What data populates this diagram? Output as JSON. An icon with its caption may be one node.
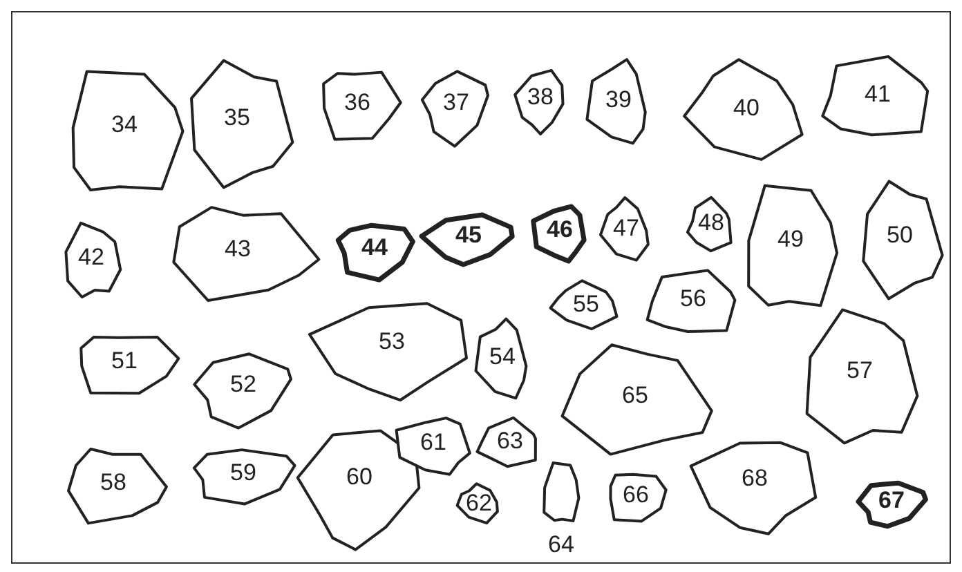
{
  "diagram": {
    "nodes": [
      {
        "text": [
          "34"
        ]
      },
      {
        "text": [
          "35"
        ]
      },
      {
        "text": [
          "36"
        ]
      },
      {
        "text": [
          "37"
        ]
      },
      {
        "text": [
          "38"
        ]
      },
      {
        "text": [
          "39"
        ]
      },
      {
        "text": [
          "40"
        ]
      },
      {
        "text": [
          "41"
        ]
      },
      {
        "text": [
          "42"
        ]
      },
      {
        "text": [
          "43"
        ]
      },
      {
        "text": [
          "44"
        ]
      },
      {
        "text": [
          "45"
        ]
      },
      {
        "text": [
          "46"
        ]
      },
      {
        "text": [
          "47"
        ]
      },
      {
        "text": [
          "48"
        ]
      },
      {
        "text": [
          "49"
        ]
      },
      {
        "text": [
          "50"
        ]
      },
      {
        "text": [
          "51"
        ]
      },
      {
        "text": [
          "52"
        ]
      },
      {
        "text": [
          "53"
        ]
      },
      {
        "text": [
          "54"
        ]
      },
      {
        "text": [
          "55"
        ]
      },
      {
        "text": [
          "56"
        ]
      },
      {
        "text": [
          "57"
        ]
      },
      {
        "text": [
          "58"
        ]
      },
      {
        "text": [
          "59"
        ]
      },
      {
        "text": [
          "60"
        ]
      },
      {
        "text": [
          "61"
        ]
      },
      {
        "text": [
          "62"
        ]
      },
      {
        "text": [
          "63"
        ]
      },
      {
        "text": [
          "64"
        ]
      },
      {
        "text": [
          "65"
        ]
      },
      {
        "text": [
          "66"
        ]
      },
      {
        "text": [
          "67"
        ]
      },
      {
        "text": [
          "68"
        ]
      }
    ]
  }
}
